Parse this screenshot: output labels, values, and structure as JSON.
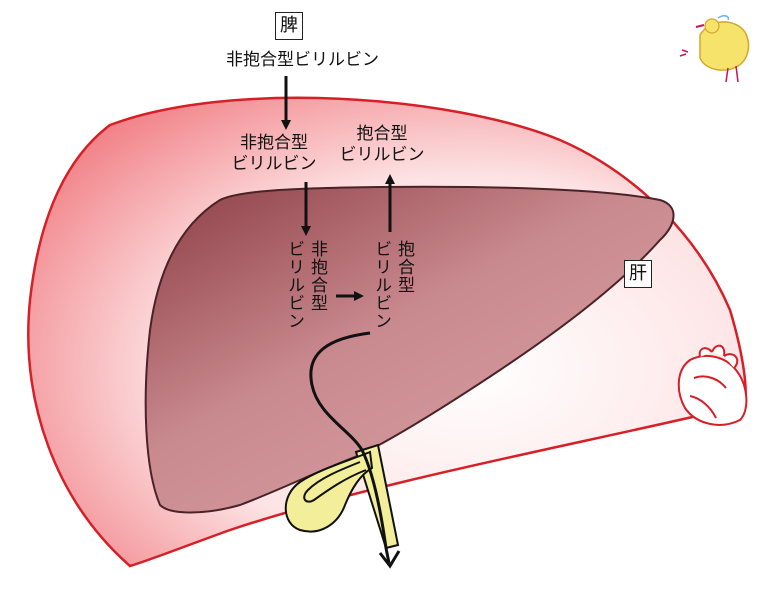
{
  "labels": {
    "spleen": "脾",
    "spleen_unconj": "非抱合型ビリルビン",
    "unconj_line1": "非抱合型",
    "unconj_line2": "ビリルビン",
    "conj_line1": "抱合型",
    "conj_line2": "ビリルビン",
    "liver": "肝",
    "inner_unconj_col1": "非抱合型",
    "inner_unconj_col2": "ビリルビン",
    "inner_conj_col1": "抱合型",
    "inner_conj_col2": "ビリルビン"
  },
  "colors": {
    "outer_stroke": "#d61f26",
    "outer_fill_edge": "#f07a80",
    "liver_fill": "#c98a8f",
    "liver_dark": "#9a4e55",
    "gallbladder": "#f2ee9a"
  }
}
